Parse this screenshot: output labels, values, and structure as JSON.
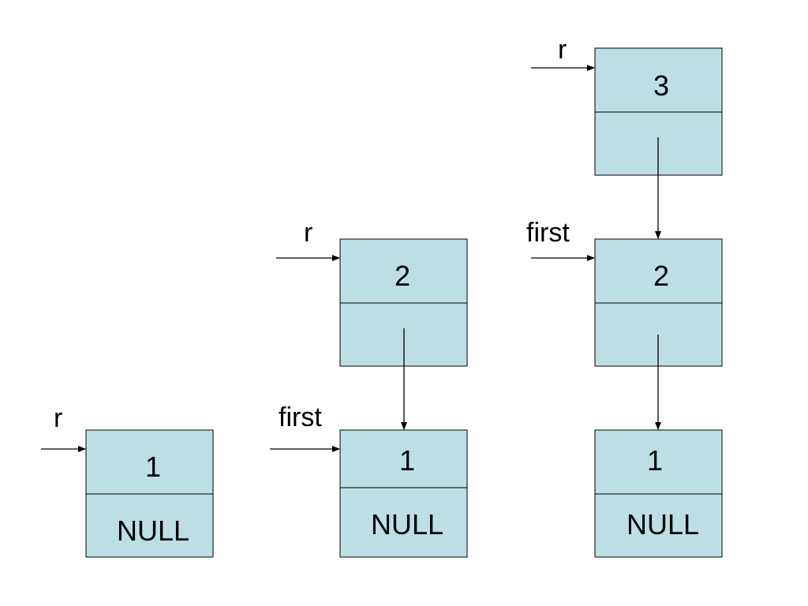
{
  "colors": {
    "node_fill": "#bcdfe3",
    "stroke": "#000000",
    "background": "#ffffff"
  },
  "stages": [
    {
      "pointers": [
        {
          "label": "r",
          "target": "node-1"
        }
      ],
      "nodes": [
        {
          "id": "node-1",
          "value": "1",
          "next": "NULL"
        }
      ]
    },
    {
      "pointers": [
        {
          "label": "r",
          "target": "node-2"
        },
        {
          "label": "first",
          "target": "node-1"
        }
      ],
      "nodes": [
        {
          "id": "node-2",
          "value": "2",
          "next": ""
        },
        {
          "id": "node-1",
          "value": "1",
          "next": "NULL"
        }
      ]
    },
    {
      "pointers": [
        {
          "label": "r",
          "target": "node-3"
        },
        {
          "label": "first",
          "target": "node-2"
        }
      ],
      "nodes": [
        {
          "id": "node-3",
          "value": "3",
          "next": ""
        },
        {
          "id": "node-2",
          "value": "2",
          "next": ""
        },
        {
          "id": "node-1",
          "value": "1",
          "next": "NULL"
        }
      ]
    }
  ]
}
